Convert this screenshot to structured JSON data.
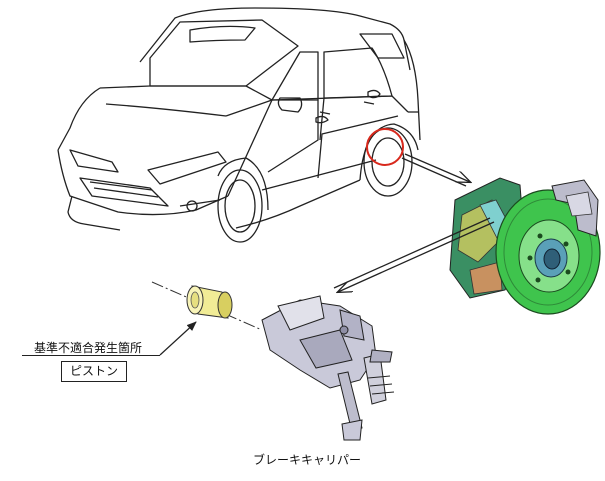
{
  "labels": {
    "defect_location": "基準不適合発生箇所",
    "piston": "ピストン",
    "caption": "ブレーキキャリパー"
  },
  "colors": {
    "highlight_circle": "#d8281c",
    "piston_body": "#f1ec96",
    "disc_rotor": "#3fc44d",
    "caliper_body": "#c9c9d9",
    "line_art": "#222222"
  },
  "icons": {
    "car": "suv-line-drawing",
    "wheel_assembly": "brake-disc-assembly",
    "caliper": "brake-caliper",
    "piston": "caliper-piston"
  }
}
